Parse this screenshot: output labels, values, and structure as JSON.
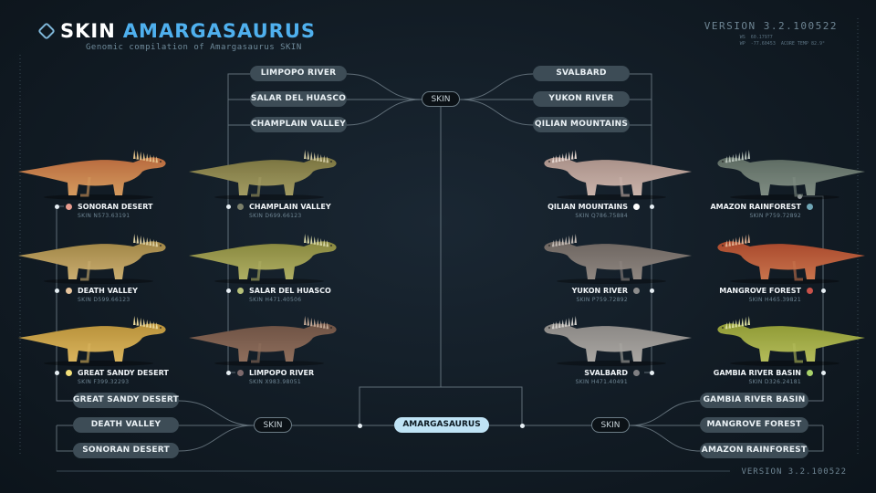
{
  "header": {
    "title_prefix": "SKIN",
    "title_name": "AMARGASAURUS",
    "subtitle": "Genomic compilation of Amargasaurus SKIN",
    "version": "VERSION 3.2.100522"
  },
  "footer": {
    "version": "VERSION 3.2.100522"
  },
  "readout": {
    "lat_label": "WS",
    "lat_value": "60.17977",
    "lon_label": "WP",
    "lon_value": "-77.60453",
    "core": "ACORE TEMP 82.9°"
  },
  "tree": {
    "top_hub": "SKIN",
    "bottom_left_hub": "SKIN",
    "bottom_right_hub": "SKIN",
    "center": "AMARGASAURUS",
    "top_left": [
      "LIMPOPO RIVER",
      "SALAR DEL HUASCO",
      "CHAMPLAIN VALLEY"
    ],
    "top_right": [
      "SVALBARD",
      "YUKON RIVER",
      "QILIAN MOUNTAINS"
    ],
    "bottom_left": [
      "GREAT SANDY DESERT",
      "DEATH VALLEY",
      "SONORAN DESERT"
    ],
    "bottom_right": [
      "GAMBIA RIVER BASIN",
      "MANGROVE FOREST",
      "AMAZON RAINFOREST"
    ]
  },
  "dinos": [
    {
      "name": "SONORAN DESERT",
      "code": "SKIN N573.63191",
      "dot": "#e79b8e",
      "body": "#b86a3e",
      "belly": "#d49a5e",
      "spine": "#e3c189"
    },
    {
      "name": "DEATH VALLEY",
      "code": "SKIN D599.66123",
      "dot": "#e7c59e",
      "body": "#a08545",
      "belly": "#c9ad70",
      "spine": "#ddd0a2"
    },
    {
      "name": "GREAT SANDY DESERT",
      "code": "SKIN F399.32293",
      "dot": "#f3e07a",
      "body": "#b8913a",
      "belly": "#d9b45d",
      "spine": "#e9d79a"
    },
    {
      "name": "CHAMPLAIN VALLEY",
      "code": "SKIN D699.66123",
      "dot": "#7c806b",
      "body": "#7a7440",
      "belly": "#a29b62",
      "spine": "#cfc8a0"
    },
    {
      "name": "SALAR DEL HUASCO",
      "code": "SKIN H471.40506",
      "dot": "#b7c17a",
      "body": "#88873e",
      "belly": "#aeae63",
      "spine": "#d6d6a6"
    },
    {
      "name": "LIMPOPO RIVER",
      "code": "SKIN X983.98051",
      "dot": "#7e6a6c",
      "body": "#6e5244",
      "belly": "#8e6e5c",
      "spine": "#c2a896"
    },
    {
      "name": "QILIAN MOUNTAINS",
      "code": "SKIN Q786.75884",
      "dot": "#ffffff",
      "body": "#a99088",
      "belly": "#c9b3aa",
      "spine": "#e6d8d1"
    },
    {
      "name": "YUKON RIVER",
      "code": "SKIN P759.72892",
      "dot": "#8c8c8c",
      "body": "#6d6560",
      "belly": "#8e8680",
      "spine": "#c4bcb6"
    },
    {
      "name": "SVALBARD",
      "code": "SKIN H471.40491",
      "dot": "#7f7f82",
      "body": "#8a8784",
      "belly": "#a9a6a2",
      "spine": "#d4d1cd"
    },
    {
      "name": "AMAZON RAINFOREST",
      "code": "SKIN P759.72892",
      "dot": "#6fa6b6",
      "body": "#5d6b62",
      "belly": "#7f8c82",
      "spine": "#b9c4bc"
    },
    {
      "name": "MANGROVE FOREST",
      "code": "SKIN H465.39821",
      "dot": "#c9524a",
      "body": "#a9482c",
      "belly": "#c7734c",
      "spine": "#e0b090"
    },
    {
      "name": "GAMBIA RIVER BASIN",
      "code": "SKIN D326.24181",
      "dot": "#a9d26a",
      "body": "#8f9a35",
      "belly": "#b3bb5a",
      "spine": "#dce0a0"
    }
  ]
}
